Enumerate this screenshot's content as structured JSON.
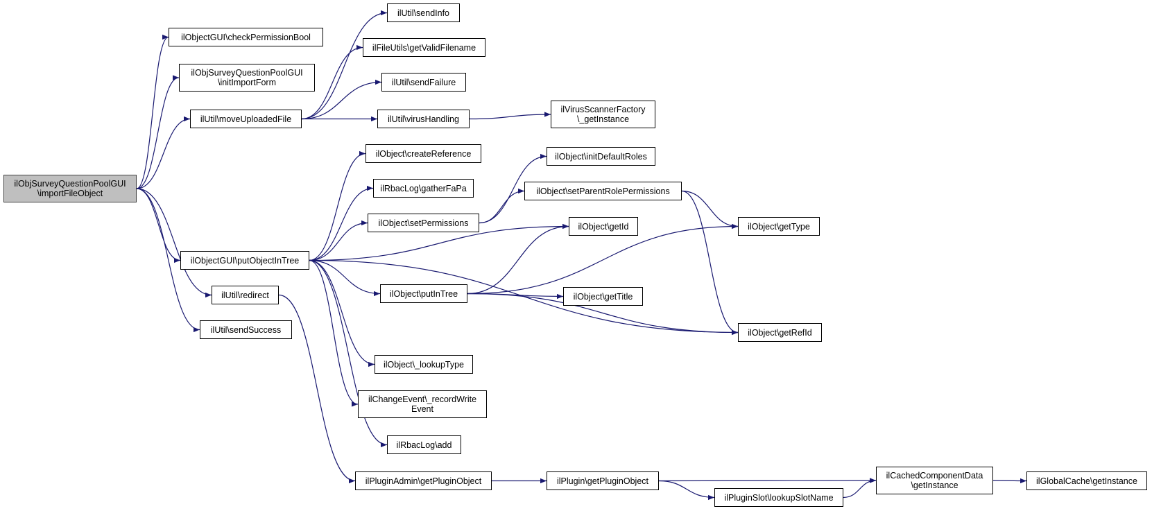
{
  "root": "n_import",
  "nodes": [
    {
      "id": "n_import",
      "lines": [
        "ilObjSurveyQuestionPoolGUI",
        "\\importFileObject"
      ]
    },
    {
      "id": "n_checkperm",
      "lines": [
        "ilObjectGUI\\checkPermissionBool"
      ]
    },
    {
      "id": "n_initform",
      "lines": [
        "ilObjSurveyQuestionPoolGUI",
        "\\initImportForm"
      ]
    },
    {
      "id": "n_moveup",
      "lines": [
        "ilUtil\\moveUploadedFile"
      ]
    },
    {
      "id": "n_putobj",
      "lines": [
        "ilObjectGUI\\putObjectInTree"
      ]
    },
    {
      "id": "n_redirect",
      "lines": [
        "ilUtil\\redirect"
      ]
    },
    {
      "id": "n_sendsuccess",
      "lines": [
        "ilUtil\\sendSuccess"
      ]
    },
    {
      "id": "n_sendinfo",
      "lines": [
        "ilUtil\\sendInfo"
      ]
    },
    {
      "id": "n_validfn",
      "lines": [
        "ilFileUtils\\getValidFilename"
      ]
    },
    {
      "id": "n_sendfail",
      "lines": [
        "ilUtil\\sendFailure"
      ]
    },
    {
      "id": "n_virus",
      "lines": [
        "ilUtil\\virusHandling"
      ]
    },
    {
      "id": "n_virusfac",
      "lines": [
        "ilVirusScannerFactory",
        "\\_getInstance"
      ]
    },
    {
      "id": "n_createref",
      "lines": [
        "ilObject\\createReference"
      ]
    },
    {
      "id": "n_gather",
      "lines": [
        "ilRbacLog\\gatherFaPa"
      ]
    },
    {
      "id": "n_setperm",
      "lines": [
        "ilObject\\setPermissions"
      ]
    },
    {
      "id": "n_initroles",
      "lines": [
        "ilObject\\initDefaultRoles"
      ]
    },
    {
      "id": "n_setparent",
      "lines": [
        "ilObject\\setParentRolePermissions"
      ]
    },
    {
      "id": "n_getid",
      "lines": [
        "ilObject\\getId"
      ]
    },
    {
      "id": "n_gettype",
      "lines": [
        "ilObject\\getType"
      ]
    },
    {
      "id": "n_putintree",
      "lines": [
        "ilObject\\putInTree"
      ]
    },
    {
      "id": "n_gettitle",
      "lines": [
        "ilObject\\getTitle"
      ]
    },
    {
      "id": "n_getrefid",
      "lines": [
        "ilObject\\getRefId"
      ]
    },
    {
      "id": "n_lookup",
      "lines": [
        "ilObject\\_lookupType"
      ]
    },
    {
      "id": "n_record",
      "lines": [
        "ilChangeEvent\\_recordWrite",
        "Event"
      ]
    },
    {
      "id": "n_rbacadd",
      "lines": [
        "ilRbacLog\\add"
      ]
    },
    {
      "id": "n_pluginadmin",
      "lines": [
        "ilPluginAdmin\\getPluginObject"
      ]
    },
    {
      "id": "n_plugin",
      "lines": [
        "ilPlugin\\getPluginObject"
      ]
    },
    {
      "id": "n_slot",
      "lines": [
        "ilPluginSlot\\lookupSlotName"
      ]
    },
    {
      "id": "n_cached",
      "lines": [
        "ilCachedComponentData",
        "\\getInstance"
      ]
    },
    {
      "id": "n_global",
      "lines": [
        "ilGlobalCache\\getInstance"
      ]
    }
  ],
  "edges": [
    [
      "n_import",
      "n_checkperm"
    ],
    [
      "n_import",
      "n_initform"
    ],
    [
      "n_import",
      "n_moveup"
    ],
    [
      "n_import",
      "n_putobj"
    ],
    [
      "n_import",
      "n_redirect"
    ],
    [
      "n_import",
      "n_sendsuccess"
    ],
    [
      "n_moveup",
      "n_sendinfo"
    ],
    [
      "n_moveup",
      "n_validfn"
    ],
    [
      "n_moveup",
      "n_sendfail"
    ],
    [
      "n_moveup",
      "n_virus"
    ],
    [
      "n_virus",
      "n_virusfac"
    ],
    [
      "n_putobj",
      "n_createref"
    ],
    [
      "n_putobj",
      "n_gather"
    ],
    [
      "n_putobj",
      "n_setperm"
    ],
    [
      "n_putobj",
      "n_getid"
    ],
    [
      "n_putobj",
      "n_putintree"
    ],
    [
      "n_putobj",
      "n_getrefid"
    ],
    [
      "n_putobj",
      "n_lookup"
    ],
    [
      "n_putobj",
      "n_record"
    ],
    [
      "n_putobj",
      "n_rbacadd"
    ],
    [
      "n_setperm",
      "n_initroles"
    ],
    [
      "n_setperm",
      "n_setparent"
    ],
    [
      "n_setparent",
      "n_gettype"
    ],
    [
      "n_setparent",
      "n_getrefid"
    ],
    [
      "n_putintree",
      "n_getid"
    ],
    [
      "n_putintree",
      "n_gettype"
    ],
    [
      "n_putintree",
      "n_gettitle"
    ],
    [
      "n_putintree",
      "n_getrefid"
    ],
    [
      "n_redirect",
      "n_pluginadmin"
    ],
    [
      "n_pluginadmin",
      "n_plugin"
    ],
    [
      "n_plugin",
      "n_cached"
    ],
    [
      "n_plugin",
      "n_slot"
    ],
    [
      "n_slot",
      "n_cached"
    ],
    [
      "n_cached",
      "n_global"
    ]
  ],
  "colors": {
    "edge": "#191970",
    "root_fill": "#bfbfbf",
    "node_border": "#000000"
  }
}
